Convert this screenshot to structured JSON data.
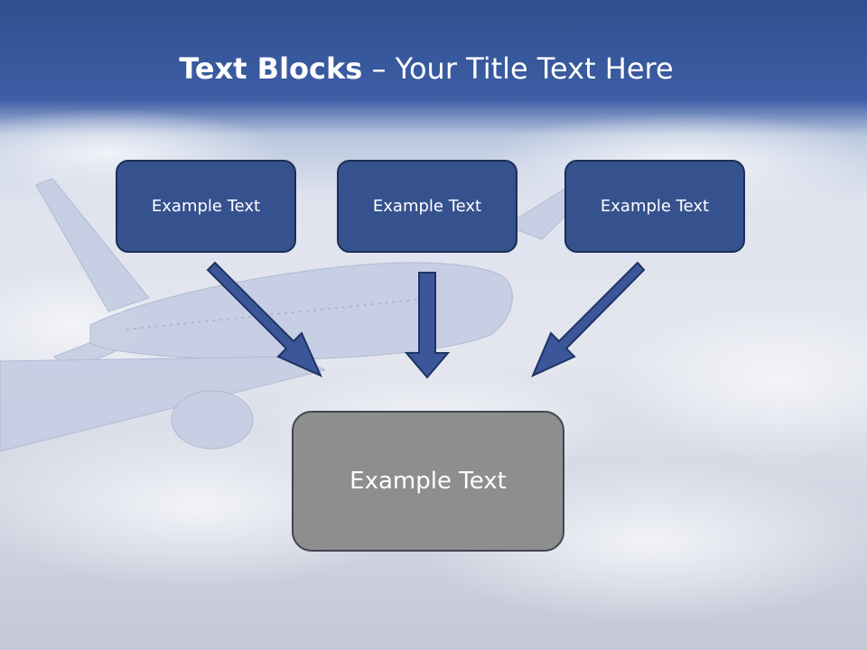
{
  "slide": {
    "title_bold": "Text Blocks",
    "title_dash": " – ",
    "title_rest": "Your Title Text Here"
  },
  "blocks": [
    {
      "label": "Example Text"
    },
    {
      "label": "Example Text"
    },
    {
      "label": "Example Text"
    }
  ],
  "target_block": {
    "label": "Example Text"
  },
  "colors": {
    "block_fill": "#36528e",
    "block_border": "#1c2e55",
    "arrow_fill": "#3b579a",
    "target_fill": "#8e8e8e",
    "header": "#2f4f8e"
  },
  "background": {
    "icon": "airplane-above-clouds"
  }
}
